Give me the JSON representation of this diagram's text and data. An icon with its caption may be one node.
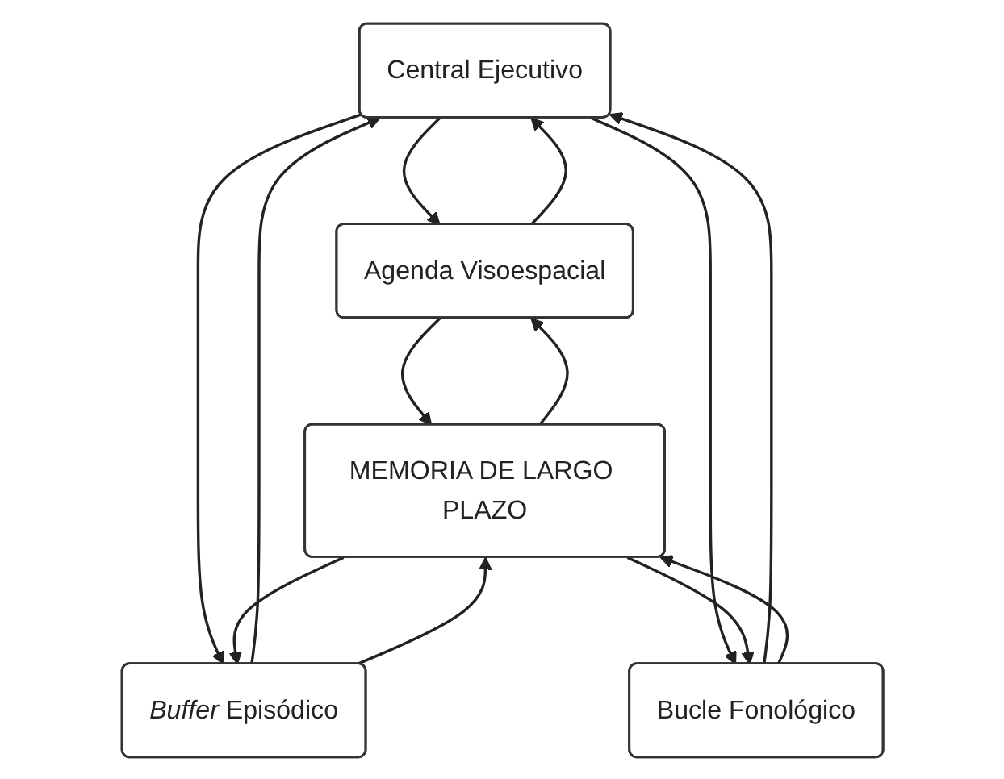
{
  "diagram": {
    "nodes": [
      {
        "text": [
          "Central Ejecutivo"
        ]
      },
      {
        "text": [
          "Agenda Visoespacial"
        ]
      },
      {
        "text": [
          "*Buffer* Episódico"
        ]
      },
      {
        "text": [
          "Bucle Fonológico"
        ]
      },
      {
        "text": [
          "MEMORIA DE LARGO PLAZO"
        ]
      }
    ],
    "edges": [
      {
        "from": 0,
        "to": 1,
        "arrow": "to"
      },
      {
        "from": 1,
        "to": 0,
        "arrow": "to"
      },
      {
        "from": 0,
        "to": 2,
        "arrow": "to"
      },
      {
        "from": 2,
        "to": 0,
        "arrow": "to"
      },
      {
        "from": 0,
        "to": 3,
        "arrow": "to"
      },
      {
        "from": 3,
        "to": 0,
        "arrow": "to"
      },
      {
        "from": 1,
        "to": 4,
        "arrow": "to"
      },
      {
        "from": 4,
        "to": 1,
        "arrow": "to"
      },
      {
        "from": 2,
        "to": 4,
        "arrow": "to"
      },
      {
        "from": 4,
        "to": 2,
        "arrow": "to"
      },
      {
        "from": 3,
        "to": 4,
        "arrow": "to"
      },
      {
        "from": 4,
        "to": 3,
        "arrow": "to"
      }
    ]
  }
}
